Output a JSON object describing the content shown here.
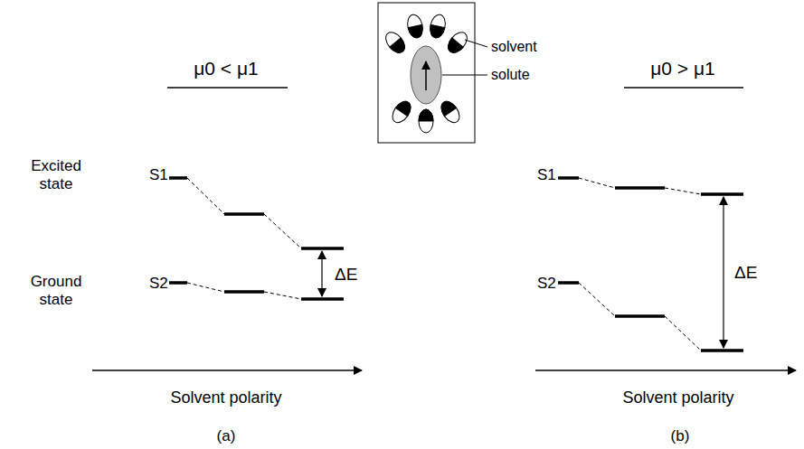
{
  "diagram": {
    "labels": [
      "μ0 < μ1",
      "μ0 > μ1",
      "solvent",
      "solute",
      "Excited state",
      "S1",
      "Ground state",
      "S2",
      "ΔE",
      "Solvent polarity",
      "(a)",
      "S1",
      "S2",
      "ΔE",
      "Solvent polarity",
      "(b)"
    ]
  }
}
